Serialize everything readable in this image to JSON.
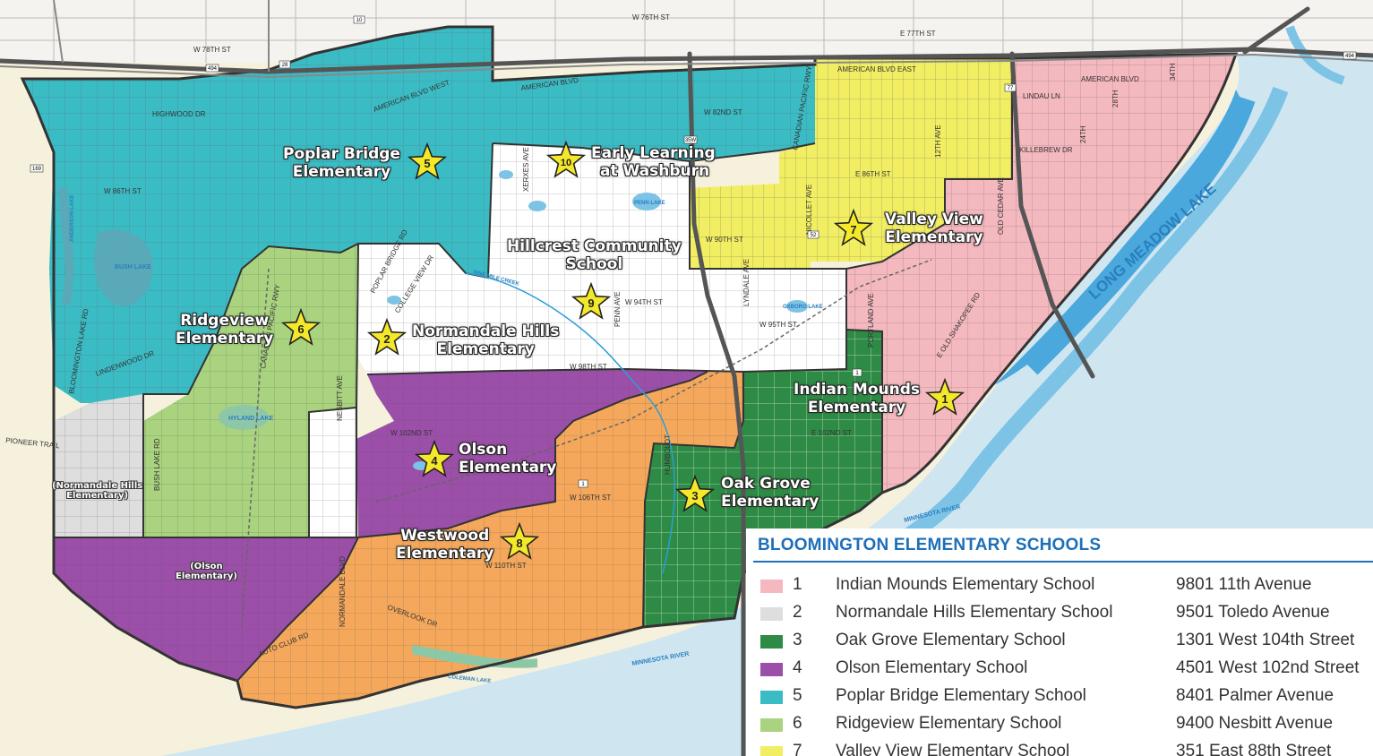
{
  "legend": {
    "title": "BLOOMINGTON ELEMENTARY SCHOOLS",
    "items": [
      {
        "num": "1",
        "name": "Indian Mounds Elementary School",
        "address": "9801 11th Avenue",
        "color": "#f4b8bf"
      },
      {
        "num": "2",
        "name": "Normandale Hills Elementary School",
        "address": "9501 Toledo Avenue",
        "color": "#dedede"
      },
      {
        "num": "3",
        "name": "Oak Grove Elementary School",
        "address": "1301 West 104th Street",
        "color": "#2e8b45"
      },
      {
        "num": "4",
        "name": "Olson Elementary School",
        "address": "4501 West 102nd Street",
        "color": "#9b4fa8"
      },
      {
        "num": "5",
        "name": "Poplar Bridge Elementary School",
        "address": "8401 Palmer Avenue",
        "color": "#3bbcc4"
      },
      {
        "num": "6",
        "name": "Ridgeview Elementary School",
        "address": "9400 Nesbitt Avenue",
        "color": "#a9d37f"
      },
      {
        "num": "7",
        "name": "Valley View Elementary School",
        "address": "351 East 88th Street",
        "color": "#f2ee63"
      }
    ]
  },
  "markers": [
    {
      "num": "1",
      "line1": "Indian Mounds",
      "line2": "Elementary"
    },
    {
      "num": "2",
      "line1": "Normandale Hills",
      "line2": "Elementary"
    },
    {
      "num": "3",
      "line1": "Oak Grove",
      "line2": "Elementary"
    },
    {
      "num": "4",
      "line1": "Olson",
      "line2": "Elementary"
    },
    {
      "num": "5",
      "line1": "Poplar Bridge",
      "line2": "Elementary"
    },
    {
      "num": "6",
      "line1": "Ridgeview",
      "line2": "Elementary"
    },
    {
      "num": "7",
      "line1": "Valley View",
      "line2": "Elementary"
    },
    {
      "num": "8",
      "line1": "Westwood",
      "line2": "Elementary"
    },
    {
      "num": "9",
      "line1": "Hillcrest Community",
      "line2": "School"
    },
    {
      "num": "10",
      "line1": "Early Learning",
      "line2": "at Washburn"
    }
  ],
  "ghost_labels": {
    "normandale": {
      "line1": "(Normandale Hills",
      "line2": "Elementary)"
    },
    "olson": {
      "line1": "(Olson",
      "line2": "Elementary)"
    }
  },
  "water_labels": {
    "long_meadow": "LONG MEADOW LAKE",
    "minnesota_river_1": "MINNESOTA RIVER",
    "minnesota_river_2": "MINNESOTA RIVER",
    "nine_mile_creek": "NINE MILE CREEK",
    "bush_lake": "BUSH LAKE",
    "hyland_lake": "HYLAND LAKE",
    "anderson_lake": "ANDERSON LAKE",
    "penn_lake": "PENN LAKE",
    "oxboro_lake": "OXBORO LAKE",
    "coleman_lake": "COLEMAN LAKE"
  },
  "streets": {
    "w76th": "W 76TH ST",
    "w78th": "W 78TH ST",
    "e77th": "E 77TH ST",
    "american_blvd": "AMERICAN BLVD",
    "american_blvd_east": "AMERICAN BLVD EAST",
    "american_blvd_west": "AMERICAN BLVD WEST",
    "w82nd": "W 82ND ST",
    "w86th": "W 86TH ST",
    "e86th": "E 86TH ST",
    "w90th": "W 90TH ST",
    "w94th": "W 94TH ST",
    "w95th": "W 95TH ST",
    "w98th": "W 98TH ST",
    "w102nd": "W 102ND ST",
    "e102nd": "E 102ND ST",
    "w106th": "W 106TH ST",
    "w110th": "W 110TH ST",
    "lindau": "LINDAU LN",
    "killebrew": "KILLEBREW DR",
    "pioneer": "PIONEER TRAIL",
    "old_shakopee": "E OLD SHAKOPEE RD",
    "normandale_blvd": "NORMANDALE BLVD",
    "penn_ave": "PENN AVE",
    "xerxes_ave": "XERXES AVE",
    "lyndale_ave": "LYNDALE AVE",
    "nicollet_ave": "NICOLLET AVE",
    "portland_ave": "PORTLAND AVE",
    "twelfth_ave": "12TH AVE",
    "old_cedar": "OLD CEDAR AVE",
    "canadian_pacific_1": "CANADIAN PACIFIC RWY",
    "canadian_pacific_2": "CANADIAN PACIFIC RWY",
    "poplar_bridge_rd": "POPLAR BRIDGE RD",
    "college_view": "COLLEGE VIEW DR",
    "bush_lake_rd": "BUSH LAKE RD",
    "highwood": "HIGHWOOD DR",
    "auto_club": "AUTO CLUB RD",
    "thirty_fourth": "34TH",
    "twenty_eighth": "28TH",
    "twenty_fourth": "24TH",
    "w_highway_blvd": "BLOOMINGTON LAKE RD",
    "lindenwood": "LINDENWOOD DR",
    "e_ave": "HUMBOLDT",
    "nesbitt": "NESBITT AVE",
    "overlook": "OVERLOOK DR"
  },
  "route_shields": [
    "494",
    "35W",
    "77",
    "169",
    "494",
    "10",
    "28",
    "1",
    "52",
    "1"
  ]
}
